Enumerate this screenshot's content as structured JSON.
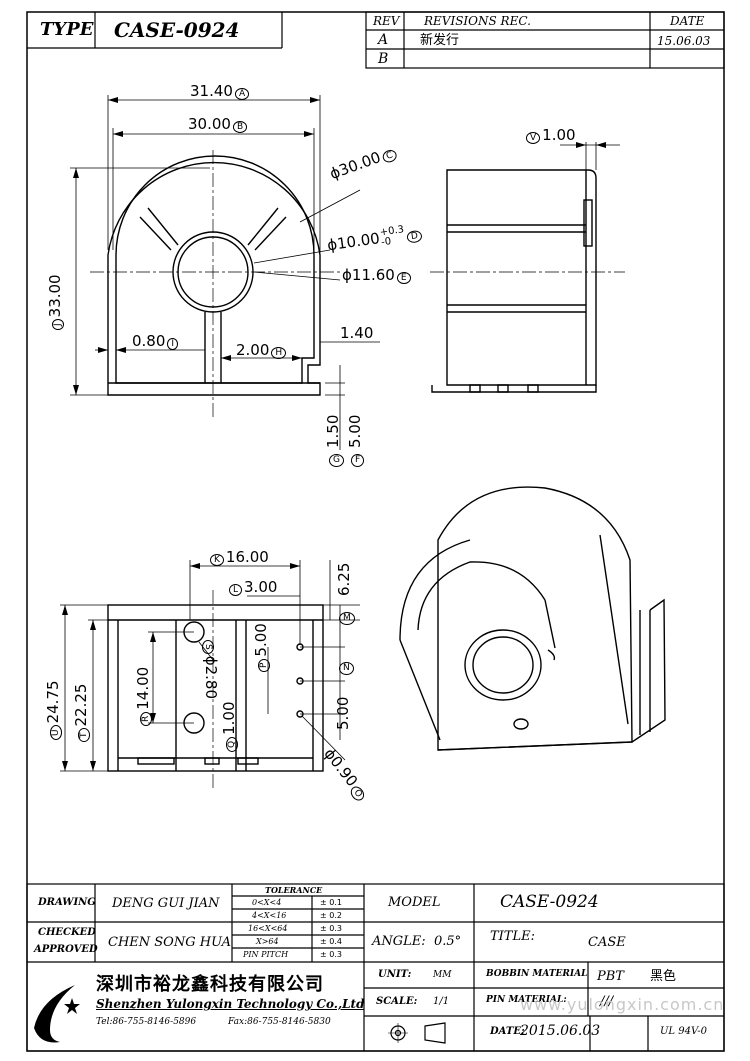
{
  "header": {
    "type_label": "TYPE",
    "type_value": "CASE-0924",
    "rev_label": "REV",
    "revisions_label": "REVISIONS REC.",
    "date_label": "DATE",
    "rows": [
      {
        "rev": "A",
        "rec": "新发行",
        "date": "15.06.03"
      },
      {
        "rev": "B",
        "rec": "",
        "date": ""
      }
    ]
  },
  "dims": {
    "d31_40": "31.40",
    "A": "A",
    "d30_00": "30.00",
    "B": "B",
    "phi30": "ϕ30.00",
    "C": "C",
    "phi10": "ϕ10.00",
    "phi10_tol_plus": "+0.3",
    "phi10_tol_minus": "-0",
    "D": "D",
    "phi11": "ϕ11.60",
    "E": "E",
    "d33": "33.00",
    "J": "J",
    "d0_80": "0.80",
    "I": "I",
    "d2_00": "2.00",
    "H": "H",
    "d1_40": "1.40",
    "d1_50": "1.50",
    "G": "G",
    "d5_00_side": "5.00",
    "F": "F",
    "d1_00_top": "1.00",
    "V": "V",
    "d16_00": "16.00",
    "K": "K",
    "d3_00": "3.00",
    "L": "L",
    "d6_25": "6.25",
    "M": "M",
    "d24_75": "24.75",
    "U": "U",
    "d22_25": "22.25",
    "T": "T",
    "d14_00": "14.00",
    "R": "R",
    "phi2_80": "ϕ2.80",
    "S": "S",
    "d1_00_bot": "1.00",
    "Q": "Q",
    "d5_00_a": "5.00",
    "N": "N",
    "d5_00_b": "5.00",
    "P": "P",
    "phi0_90": "ϕ0.90",
    "O": "O"
  },
  "titleblock": {
    "drawing_label": "DRAWING",
    "drawing_value": "DENG GUI JIAN",
    "checked_label": "CHECKED",
    "approved_label": "APPROVED",
    "approved_value": "CHEN SONG HUA",
    "tolerance_label": "TOLERANCE",
    "tolerances": [
      {
        "range": "0<X<4",
        "value": "± 0.1"
      },
      {
        "range": "4<X<16",
        "value": "± 0.2"
      },
      {
        "range": "16<X<64",
        "value": "± 0.3"
      },
      {
        "range": "X>64",
        "value": "± 0.4"
      },
      {
        "range": "PIN PITCH",
        "value": "± 0.3"
      }
    ],
    "model_label": "MODEL",
    "model_value": "CASE-0924",
    "angle_label": "ANGLE:",
    "angle_value": "0.5°",
    "title_label": "TITLE:",
    "title_value": "CASE",
    "company_cn": "深圳市裕龙鑫科技有限公司",
    "company_en": "Shenzhen Yulongxin Technology Co.,Ltd",
    "tel": "Tel:86-755-8146-5896",
    "fax": "Fax:86-755-8146-5830",
    "unit_label": "UNIT:",
    "unit_value": "MM",
    "scale_label": "SCALE:",
    "scale_value": "1/1",
    "bobbin_label": "BOBBIN MATERIAL",
    "bobbin_value": "PBT",
    "bobbin_color": "黑色",
    "pin_label": "PIN MATERIAL:",
    "pin_value": "///",
    "date_label": "DATE:",
    "date_value": "2015.06.03",
    "ul_value": "UL 94V-0",
    "watermark": "www.yulongxin.com.cn"
  }
}
